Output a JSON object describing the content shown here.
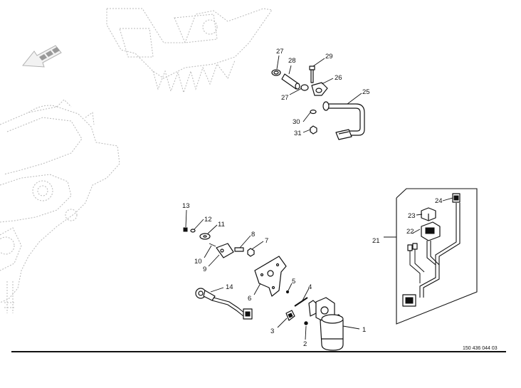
{
  "drawing_code": "150 436 044 03",
  "colors": {
    "line": "#111111",
    "ghost": "#b9b9b9",
    "background": "#ffffff"
  },
  "callouts": {
    "c1": "1",
    "c2": "2",
    "c3": "3",
    "c4": "4",
    "c5": "5",
    "c6": "6",
    "c7": "7",
    "c8": "8",
    "c9": "9",
    "c10": "10",
    "c11": "11",
    "c12": "12",
    "c13": "13",
    "c14": "14",
    "c21": "21",
    "c22": "22",
    "c23": "23",
    "c24": "24",
    "c25": "25",
    "c26": "26",
    "c27a": "27",
    "c27b": "27",
    "c28": "28",
    "c29": "29",
    "c30": "30",
    "c31": "31"
  },
  "icons": {
    "direction": "arrow-left-down-icon"
  }
}
